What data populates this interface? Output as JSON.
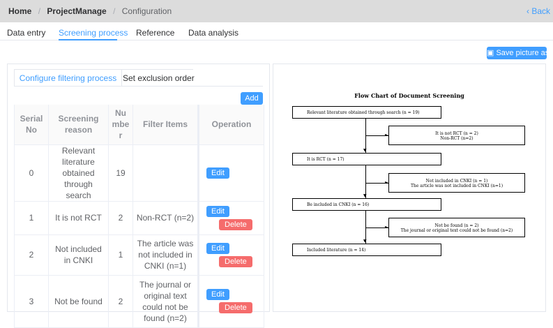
{
  "breadcrumb": {
    "home": "Home",
    "project": "ProjectManage",
    "current": "Configuration",
    "separator": "/"
  },
  "back": {
    "label": "Back",
    "icon": "chevron-left-icon"
  },
  "tabs": [
    {
      "label": "Data entry",
      "active": false
    },
    {
      "label": "Screening process",
      "active": true
    },
    {
      "label": "Reference",
      "active": false
    },
    {
      "label": "Data analysis",
      "active": false
    }
  ],
  "save_button": {
    "label": "Save picture as",
    "icon": "image-icon"
  },
  "inner_tabs": [
    {
      "label": "Configure filtering process",
      "active": true
    },
    {
      "label": "Set exclusion order",
      "active": false
    }
  ],
  "add_button": "Add",
  "table": {
    "headers": [
      "Serial No",
      "Screening reason",
      "Number",
      "Filter Items",
      "Operation"
    ],
    "rows": [
      {
        "serial": "0",
        "reason": "Relevant literature obtained through search",
        "number": "19",
        "filter": "",
        "actions": [
          "Edit"
        ]
      },
      {
        "serial": "1",
        "reason": "It is not RCT",
        "number": "2",
        "filter": "Non-RCT (n=2)",
        "actions": [
          "Edit",
          "Delete"
        ]
      },
      {
        "serial": "2",
        "reason": "Not included in CNKI",
        "number": "1",
        "filter": "The article was not included in CNKI (n=1)",
        "actions": [
          "Edit",
          "Delete"
        ]
      },
      {
        "serial": "3",
        "reason": "Not be found",
        "number": "2",
        "filter": "The journal or original text could not be found (n=2)",
        "actions": [
          "Edit",
          "Delete"
        ]
      }
    ]
  },
  "flowchart": {
    "title": "Flow Chart of Document Screening",
    "main_boxes": [
      "Relevant literature obtained through search (n = 19)",
      "It is RCT (n = 17)",
      "Be included in CNKI (n = 16)",
      "Included literature (n = 14)"
    ],
    "side_boxes": [
      {
        "line1": "It is not RCT (n = 2)",
        "line2": "Non-RCT (n=2)"
      },
      {
        "line1": "Not included in CNKI (n = 1)",
        "line2": "The article was not included in CNKI (n=1)"
      },
      {
        "line1": "Not be found (n = 2)",
        "line2": "The journal or original text could not be found (n=2)"
      }
    ]
  },
  "colors": {
    "primary": "#409eff",
    "danger": "#f56c6c",
    "topbar": "#dcdcdc"
  }
}
